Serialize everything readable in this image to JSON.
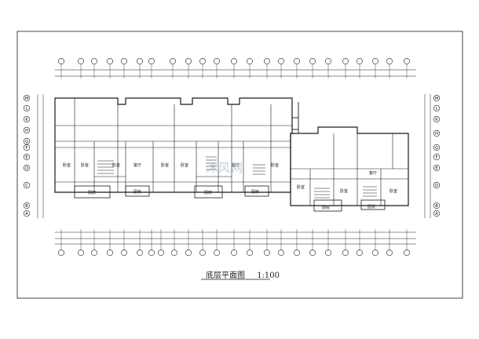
{
  "drawing": {
    "title": "底层平面图",
    "scale": "1:100"
  },
  "watermark": {
    "text": "沐风网"
  },
  "rooms": {
    "bedroom": "卧室",
    "living": "客厅",
    "kitchen": "厨房"
  },
  "grid_labels": {
    "left": [
      "M",
      "L",
      "K",
      "H",
      "G",
      "F",
      "E",
      "D",
      "C",
      "B",
      "A"
    ],
    "right": [
      "M",
      "L",
      "K",
      "H",
      "G",
      "F",
      "E",
      "D",
      "B",
      "A"
    ]
  },
  "colors": {
    "line": "#1a1a1a",
    "paper": "#ffffff",
    "watermark": "#8fa3b5"
  }
}
